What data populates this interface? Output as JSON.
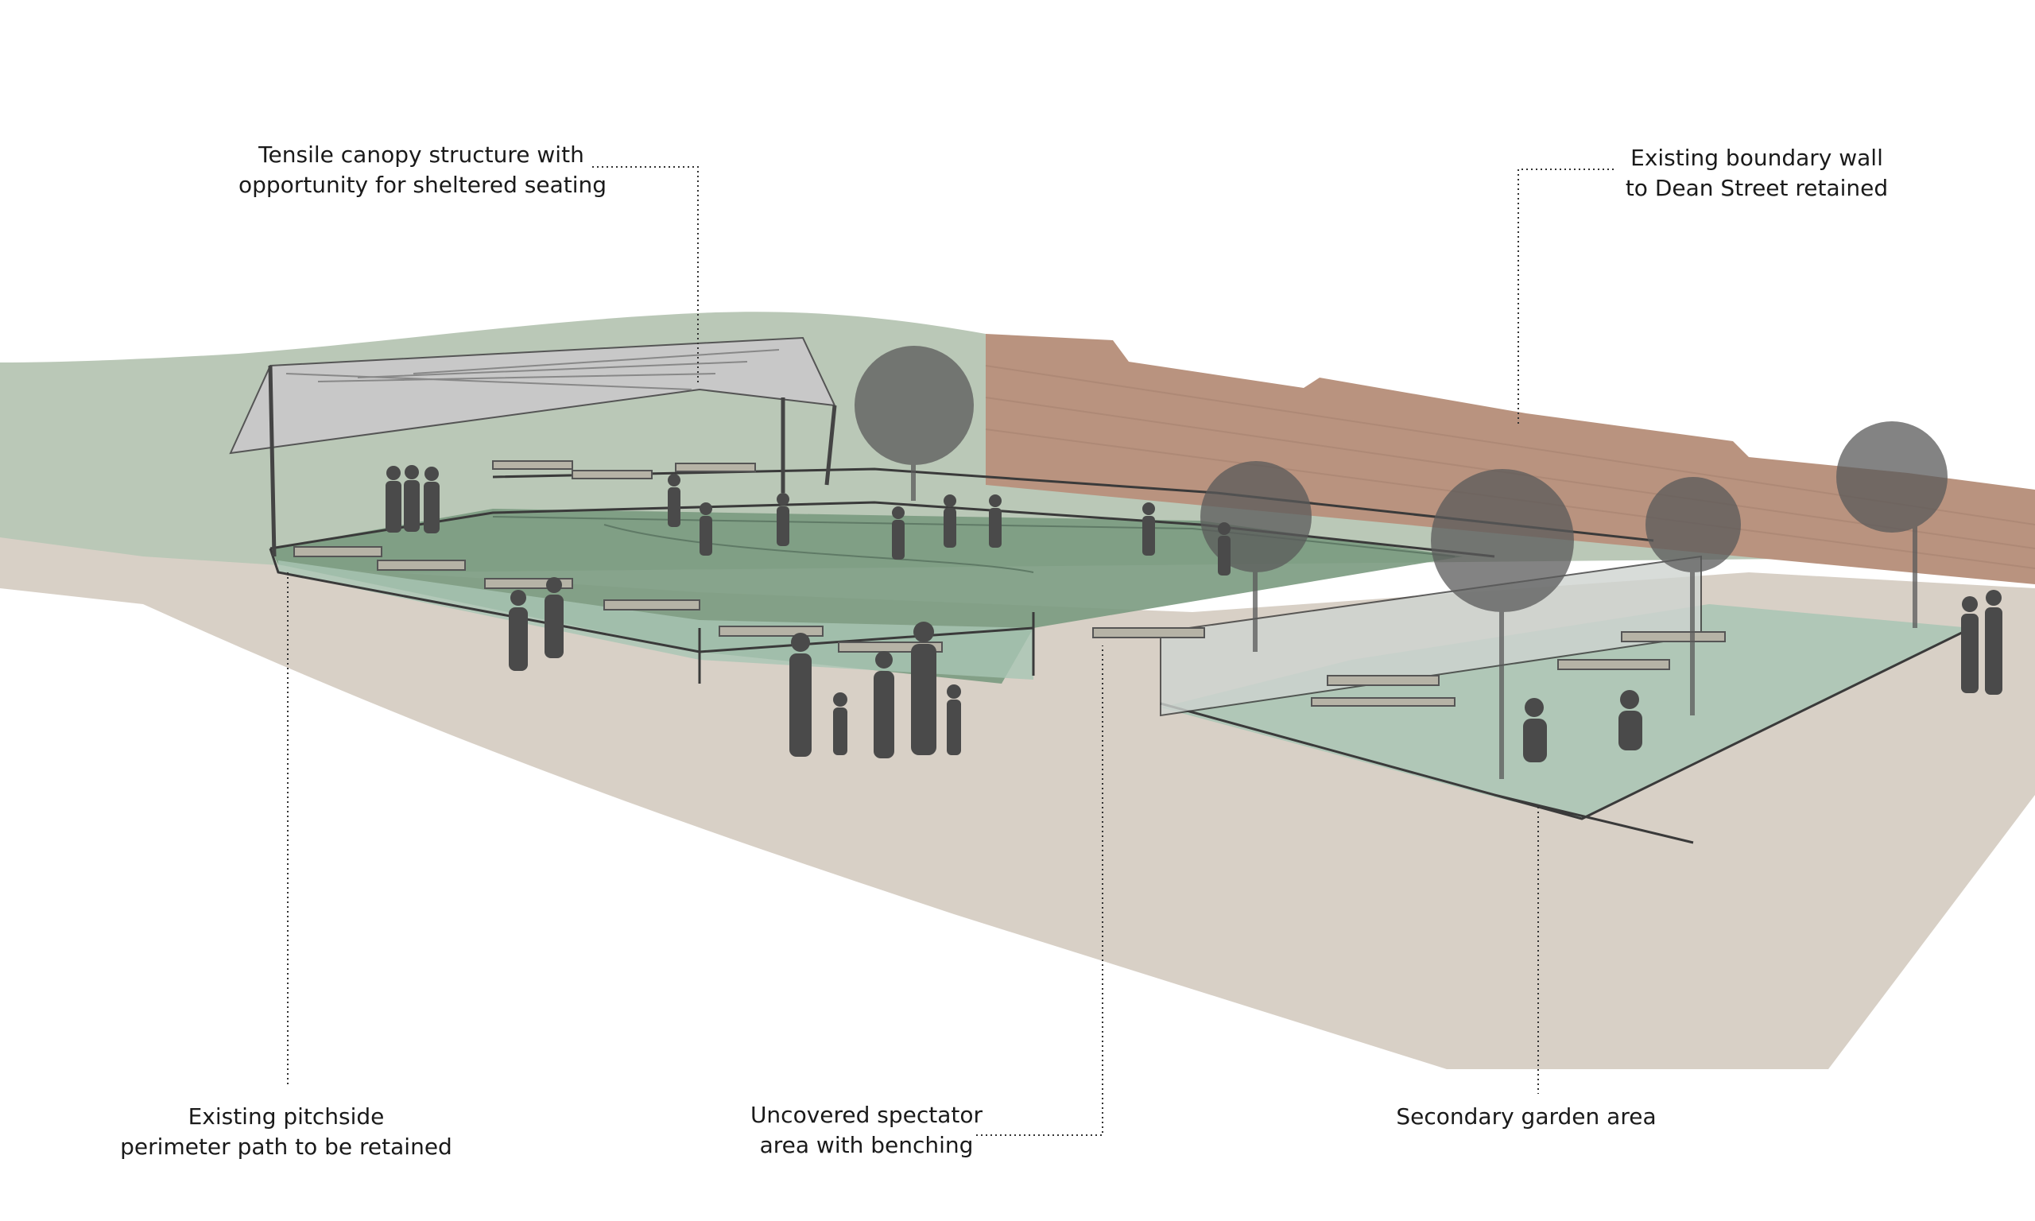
{
  "callouts": {
    "canopy": {
      "line1": "Tensile canopy structure with",
      "line2": "opportunity for sheltered seating"
    },
    "boundary_wall": {
      "line1": "Existing boundary wall",
      "line2": "to Dean Street retained"
    },
    "perimeter_path": {
      "line1": "Existing pitchside",
      "line2": "perimeter path to be retained"
    },
    "spectator_area": {
      "line1": "Uncovered spectator",
      "line2": "area with benching"
    },
    "garden": {
      "line1": "Secondary garden area"
    }
  },
  "colors": {
    "ground": "#d8d0c6",
    "pitch": "#7a9a80",
    "garden": "#a9c6b4",
    "hill": "#a3b69f",
    "wall": "#b9937f",
    "silhouette": "#4a4a4a",
    "tree": "#5a5a5a",
    "leader": "#333333"
  }
}
